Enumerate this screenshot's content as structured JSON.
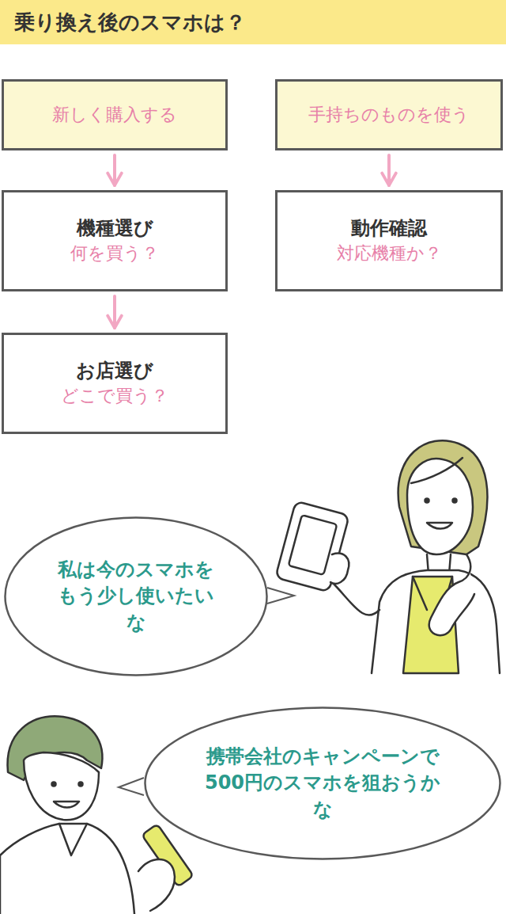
{
  "diagram": {
    "title": "乗り換え後のスマホは？",
    "nodes": [
      {
        "text": [
          "新しく購入する"
        ]
      },
      {
        "text": [
          "手持ちのものを使う"
        ]
      },
      {
        "text": [
          "機種選び",
          "何を買う？"
        ]
      },
      {
        "text": [
          "動作確認",
          "対応機種か？"
        ]
      },
      {
        "text": [
          "お店選び",
          "どこで買う？"
        ]
      },
      {
        "text": [
          "私は今のスマホを もう少し使いたいな"
        ]
      },
      {
        "text": [
          "携帯会社のキャンペーンで 500円のスマホを狙おうかな"
        ]
      }
    ],
    "edges": [
      {
        "from": 0,
        "to": 2,
        "arrow": "to"
      },
      {
        "from": 2,
        "to": 4,
        "arrow": "to"
      },
      {
        "from": 1,
        "to": 3,
        "arrow": "to"
      }
    ]
  }
}
